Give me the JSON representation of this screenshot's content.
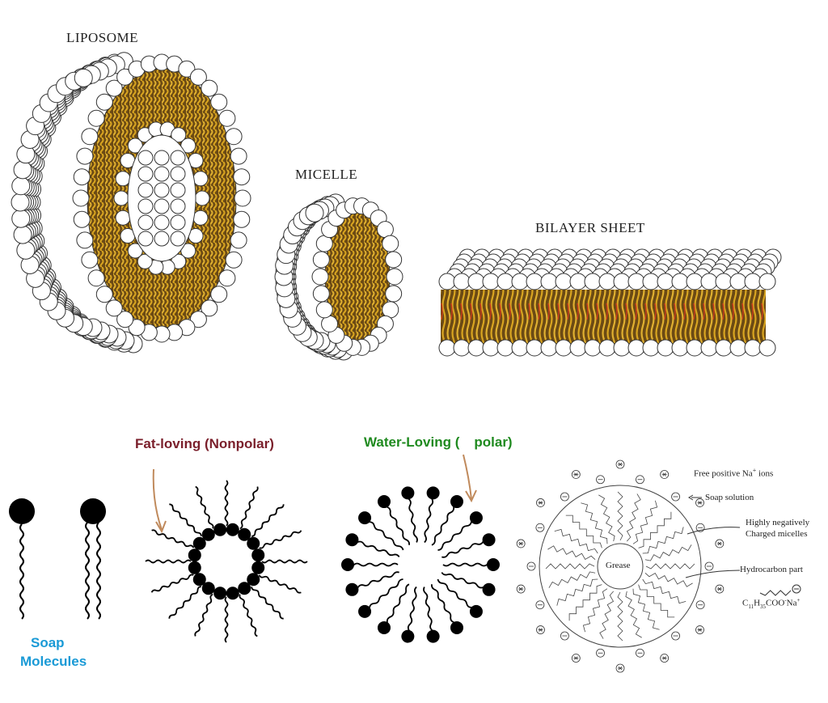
{
  "top_panel": {
    "liposome_label": "LIPOSOME",
    "micelle_label": "MICELLE",
    "bilayer_label": "BILAYER SHEET"
  },
  "bottom_panel": {
    "soap_line1": "Soap",
    "soap_line2": "Molecules",
    "fat_loving_label": "Fat-loving (Nonpolar)",
    "water_loving_label_part1": "Water-Loving (",
    "water_loving_label_part2": "polar)",
    "grease_label": "Grease",
    "free_ions_label": "Free positive Na",
    "free_ions_sup": "+",
    "free_ions_suffix": " ions",
    "soap_solution_label": "Soap solution",
    "charged_micelles_line1": "Highly negatively",
    "charged_micelles_line2": "Charged micelles",
    "hydrocarbon_label": "Hydrocarbon part",
    "formula_base": "C",
    "formula_sub1": "11",
    "formula_mid": "H",
    "formula_sub2": "35",
    "formula_coo": "COO",
    "formula_sup1": "-",
    "formula_na": "Na",
    "formula_sup2": "+"
  },
  "colors": {
    "head_fill": "#ffffff",
    "head_stroke": "#333333",
    "tail_gold": "#d9a520",
    "tail_dark": "#5a3e12",
    "tail_red": "#c8381d",
    "fat_label": "#7a1f2b",
    "water_label": "#1f8a1f",
    "soap_label": "#1a9ad6",
    "arrow": "#c08a5c"
  }
}
